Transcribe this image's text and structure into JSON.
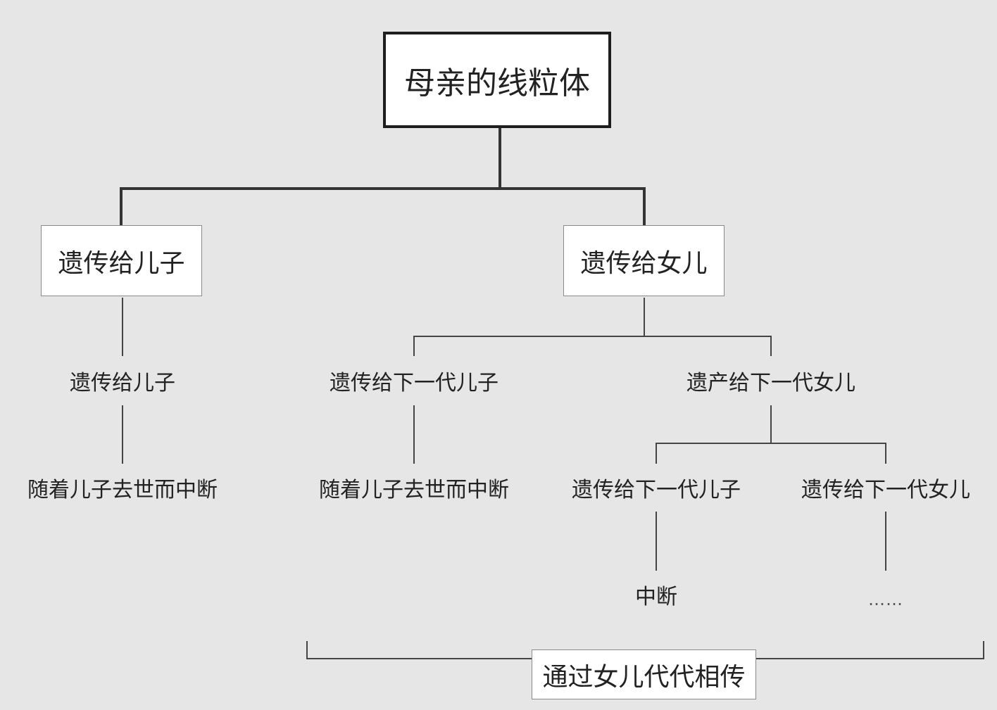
{
  "root": {
    "label": "母亲的线粒体"
  },
  "branch_son": {
    "label": "遗传给儿子",
    "next": "遗传给儿子",
    "end": "随着儿子去世而中断"
  },
  "branch_daughter": {
    "label": "遗传给女儿",
    "to_son": {
      "label": "遗传给下一代儿子",
      "end": "随着儿子去世而中断"
    },
    "to_daughter": {
      "label": "遗产给下一代女儿",
      "to_son": {
        "label": "遗传给下一代儿子",
        "end": "中断"
      },
      "to_daughter": {
        "label": "遗传给下一代女儿",
        "end": "……"
      }
    }
  },
  "footer": {
    "label": "通过女儿代代相传"
  }
}
